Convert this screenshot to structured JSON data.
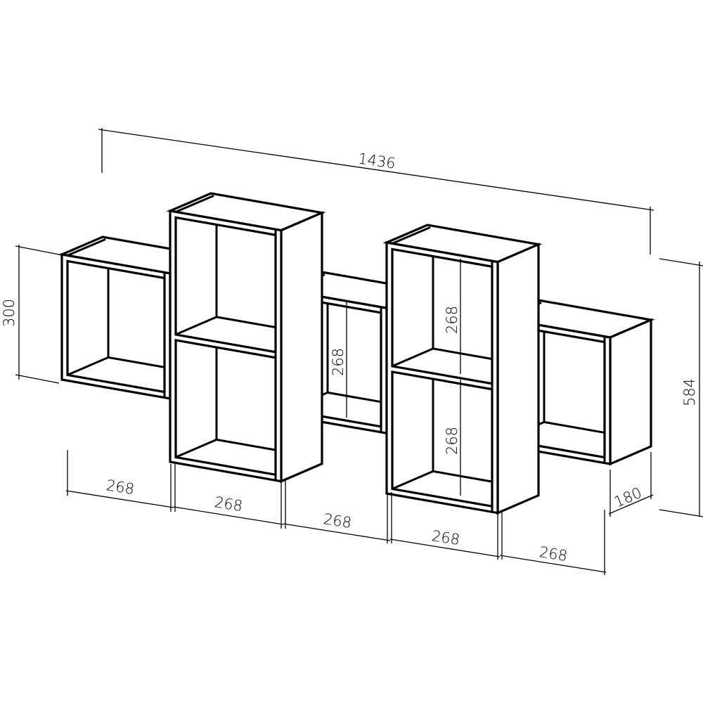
{
  "drawing": {
    "subject": "wall-shelf",
    "colors": {
      "ink": "#000000",
      "paper": "#ffffff"
    },
    "dimensions": {
      "total_width": "1436",
      "small_module_height": "300",
      "total_height": "584",
      "depth": "180",
      "module_widths": [
        "268",
        "268",
        "268",
        "268",
        "268"
      ],
      "middle_compartment_height": "268",
      "tall_upper_compartment_height": "268",
      "tall_lower_compartment_height": "268"
    }
  }
}
